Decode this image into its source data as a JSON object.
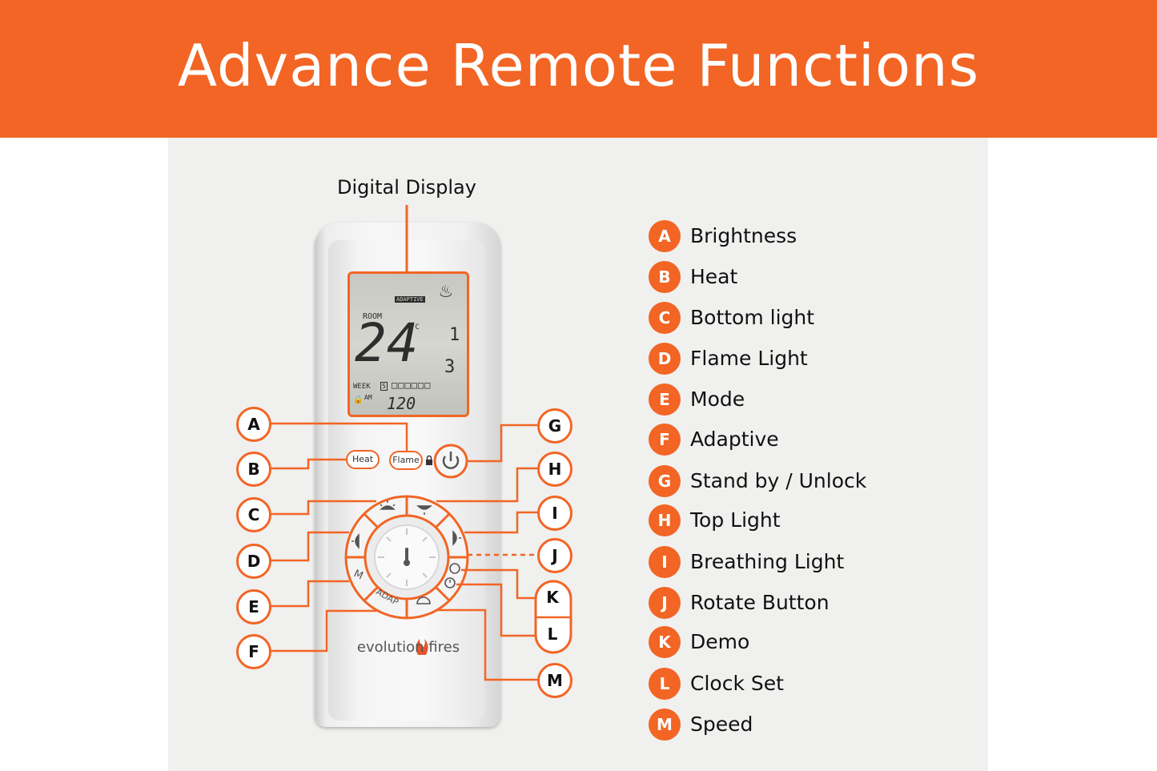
{
  "header": {
    "title": "Advance Remote Functions"
  },
  "diagram": {
    "display_label": "Digital Display",
    "lcd": {
      "adaptive": "ADAPTIVE",
      "room": "ROOM",
      "temperature": "24",
      "unit": "°C",
      "level1": "1",
      "level2": "3",
      "week": "WEEK",
      "day": "5",
      "am": "AM",
      "time": "120"
    },
    "buttons": {
      "heat": "Heat",
      "flame": "Flame",
      "mode": "M",
      "adap": "ADAP"
    },
    "logo": "evolution fires"
  },
  "legend": [
    {
      "letter": "A",
      "label": "Brightness"
    },
    {
      "letter": "B",
      "label": "Heat"
    },
    {
      "letter": "C",
      "label": "Bottom light"
    },
    {
      "letter": "D",
      "label": "Flame Light"
    },
    {
      "letter": "E",
      "label": "Mode"
    },
    {
      "letter": "F",
      "label": "Adaptive"
    },
    {
      "letter": "G",
      "label": "Stand by / Unlock"
    },
    {
      "letter": "H",
      "label": "Top Light"
    },
    {
      "letter": "I",
      "label": "Breathing Light"
    },
    {
      "letter": "J",
      "label": "Rotate Button"
    },
    {
      "letter": "K",
      "label": "Demo"
    },
    {
      "letter": "L",
      "label": "Clock Set"
    },
    {
      "letter": "M",
      "label": "Speed"
    }
  ],
  "colors": {
    "accent": "#f26524",
    "background": "#f0f0ef",
    "text": "#111111"
  }
}
